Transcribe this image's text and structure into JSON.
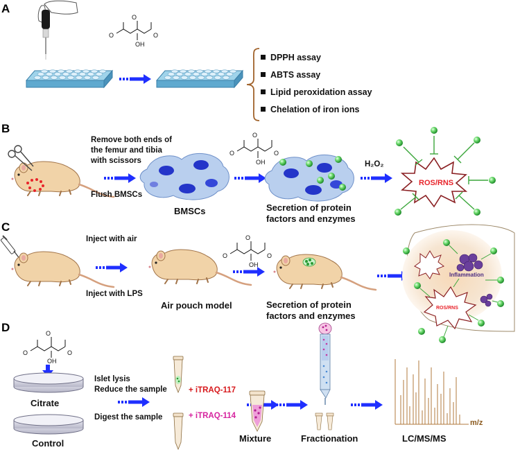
{
  "panels": {
    "a": {
      "letter": "A",
      "assays": [
        "DPPH assay",
        "ABTS assay",
        "Lipid peroxidation assay",
        "Chelation of iron ions"
      ],
      "molecule": {
        "o_minus": "O",
        "oh": "OH",
        "minus": "-"
      }
    },
    "b": {
      "letter": "B",
      "instruction_lines": [
        "Remove both ends of",
        "the femur and tibia",
        "with scissors"
      ],
      "flush": "Flush BMSCs",
      "bmscs": "BMSCs",
      "secretion_lines": [
        "Secretion of protein",
        "factors and enzymes"
      ],
      "h2o2": "H₂O₂",
      "ros": "ROS/RNS"
    },
    "c": {
      "letter": "C",
      "inject_air": "Inject with air",
      "inject_lps": "Inject with LPS",
      "air_pouch": "Air pouch model",
      "secretion_lines": [
        "Secretion of protein",
        "factors and enzymes"
      ],
      "inflammation": "Inflammation",
      "ros": "ROS/RNS"
    },
    "d": {
      "letter": "D",
      "citrate": "Citrate",
      "control": "Control",
      "islet_lines": [
        "Islet lysis",
        "Reduce the sample"
      ],
      "digest": "Digest the sample",
      "itraq117": "+ iTRAQ-117",
      "itraq114": "+ iTRAQ-114",
      "mixture": "Mixture",
      "fractionation": "Fractionation",
      "lcms": "LC/MS/MS",
      "mz": "m/z"
    }
  },
  "colors": {
    "arrow_blue": "#1f2fff",
    "well_plate": "#bfe3f3",
    "rat_body": "#f1d3a8",
    "cell_cytoplasm": "#b9cfee",
    "nucleus": "#2435c9",
    "green_factor": "#5fd35f",
    "ros_red": "#e8232a",
    "bracket_brown": "#a0622a",
    "spectrum_brown": "#b07a3c"
  }
}
